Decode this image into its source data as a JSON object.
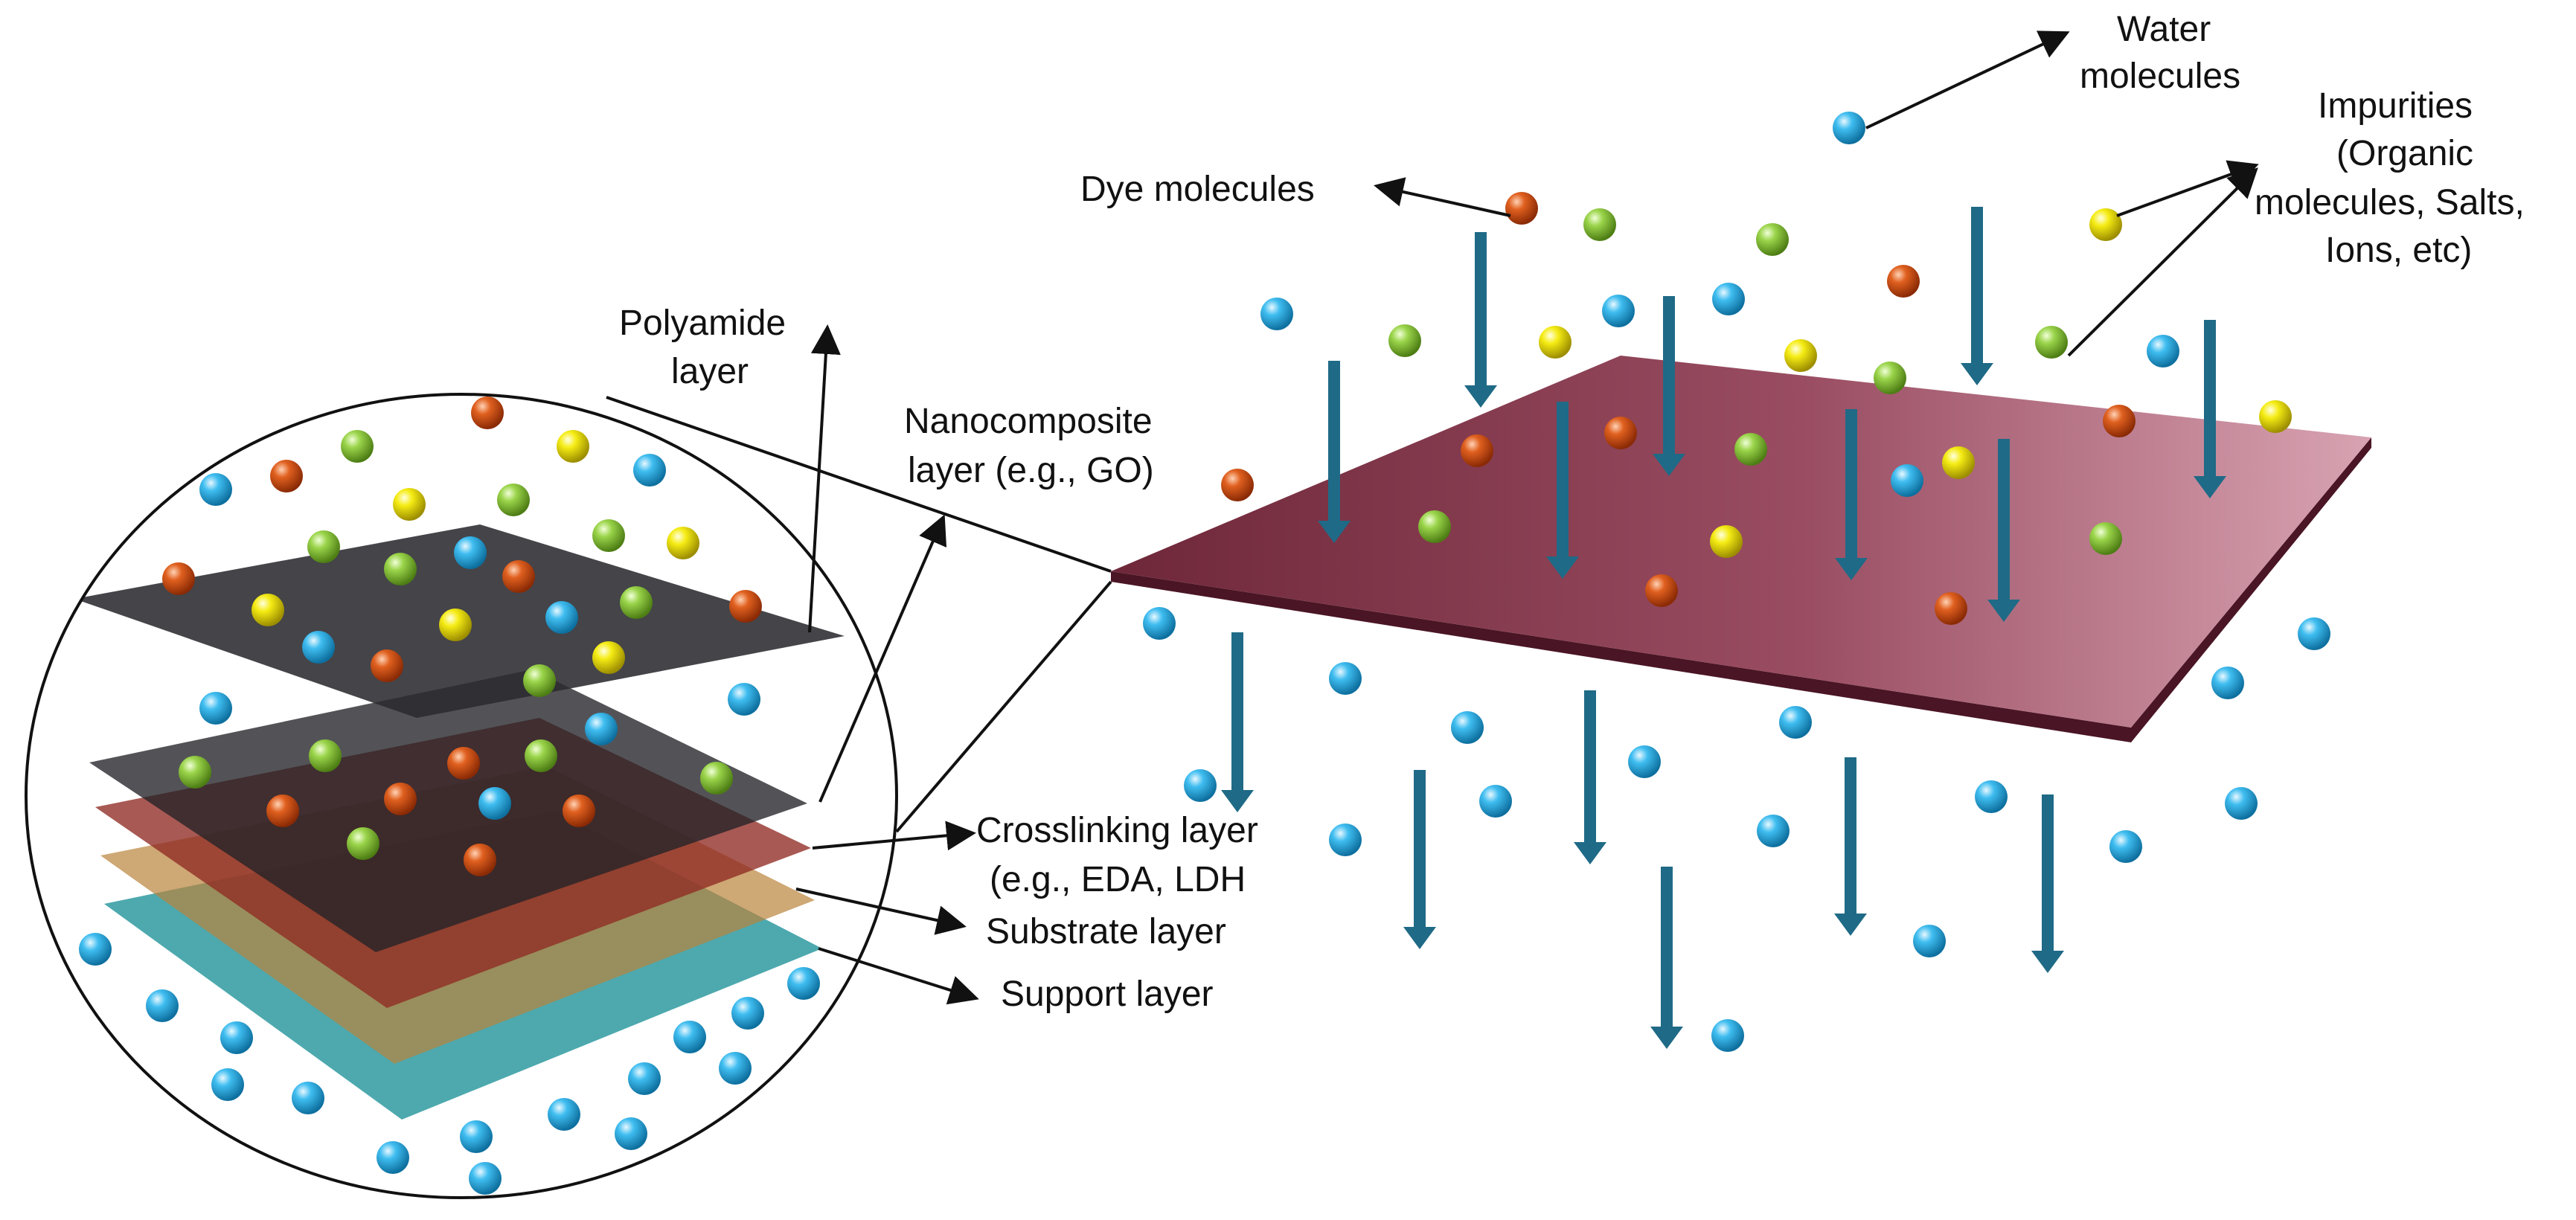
{
  "labels": {
    "water_line1": "Water",
    "water_line2": "molecules",
    "impurities_line1": "Impurities",
    "impurities_line2": "(Organic",
    "impurities_line3": "molecules, Salts,",
    "impurities_line4": "Ions, etc)",
    "dye": "Dye molecules",
    "polyamide_line1": "Polyamide",
    "polyamide_line2": "layer",
    "nano_line1": "Nanocomposite",
    "nano_line2": "layer (e.g., GO)",
    "crosslink_line1": "Crosslinking layer",
    "crosslink_line2": "(e.g., EDA, LDH",
    "substrate": "Substrate layer",
    "support": "Support layer"
  },
  "legend_colors": {
    "water": "#29a9e0",
    "dye": "#d9541a",
    "organic_impurity": "#8dc63f",
    "salt_ion_impurity": "#f2e600",
    "membrane": "#8a3d54",
    "flow_arrow": "#1f6a86"
  }
}
